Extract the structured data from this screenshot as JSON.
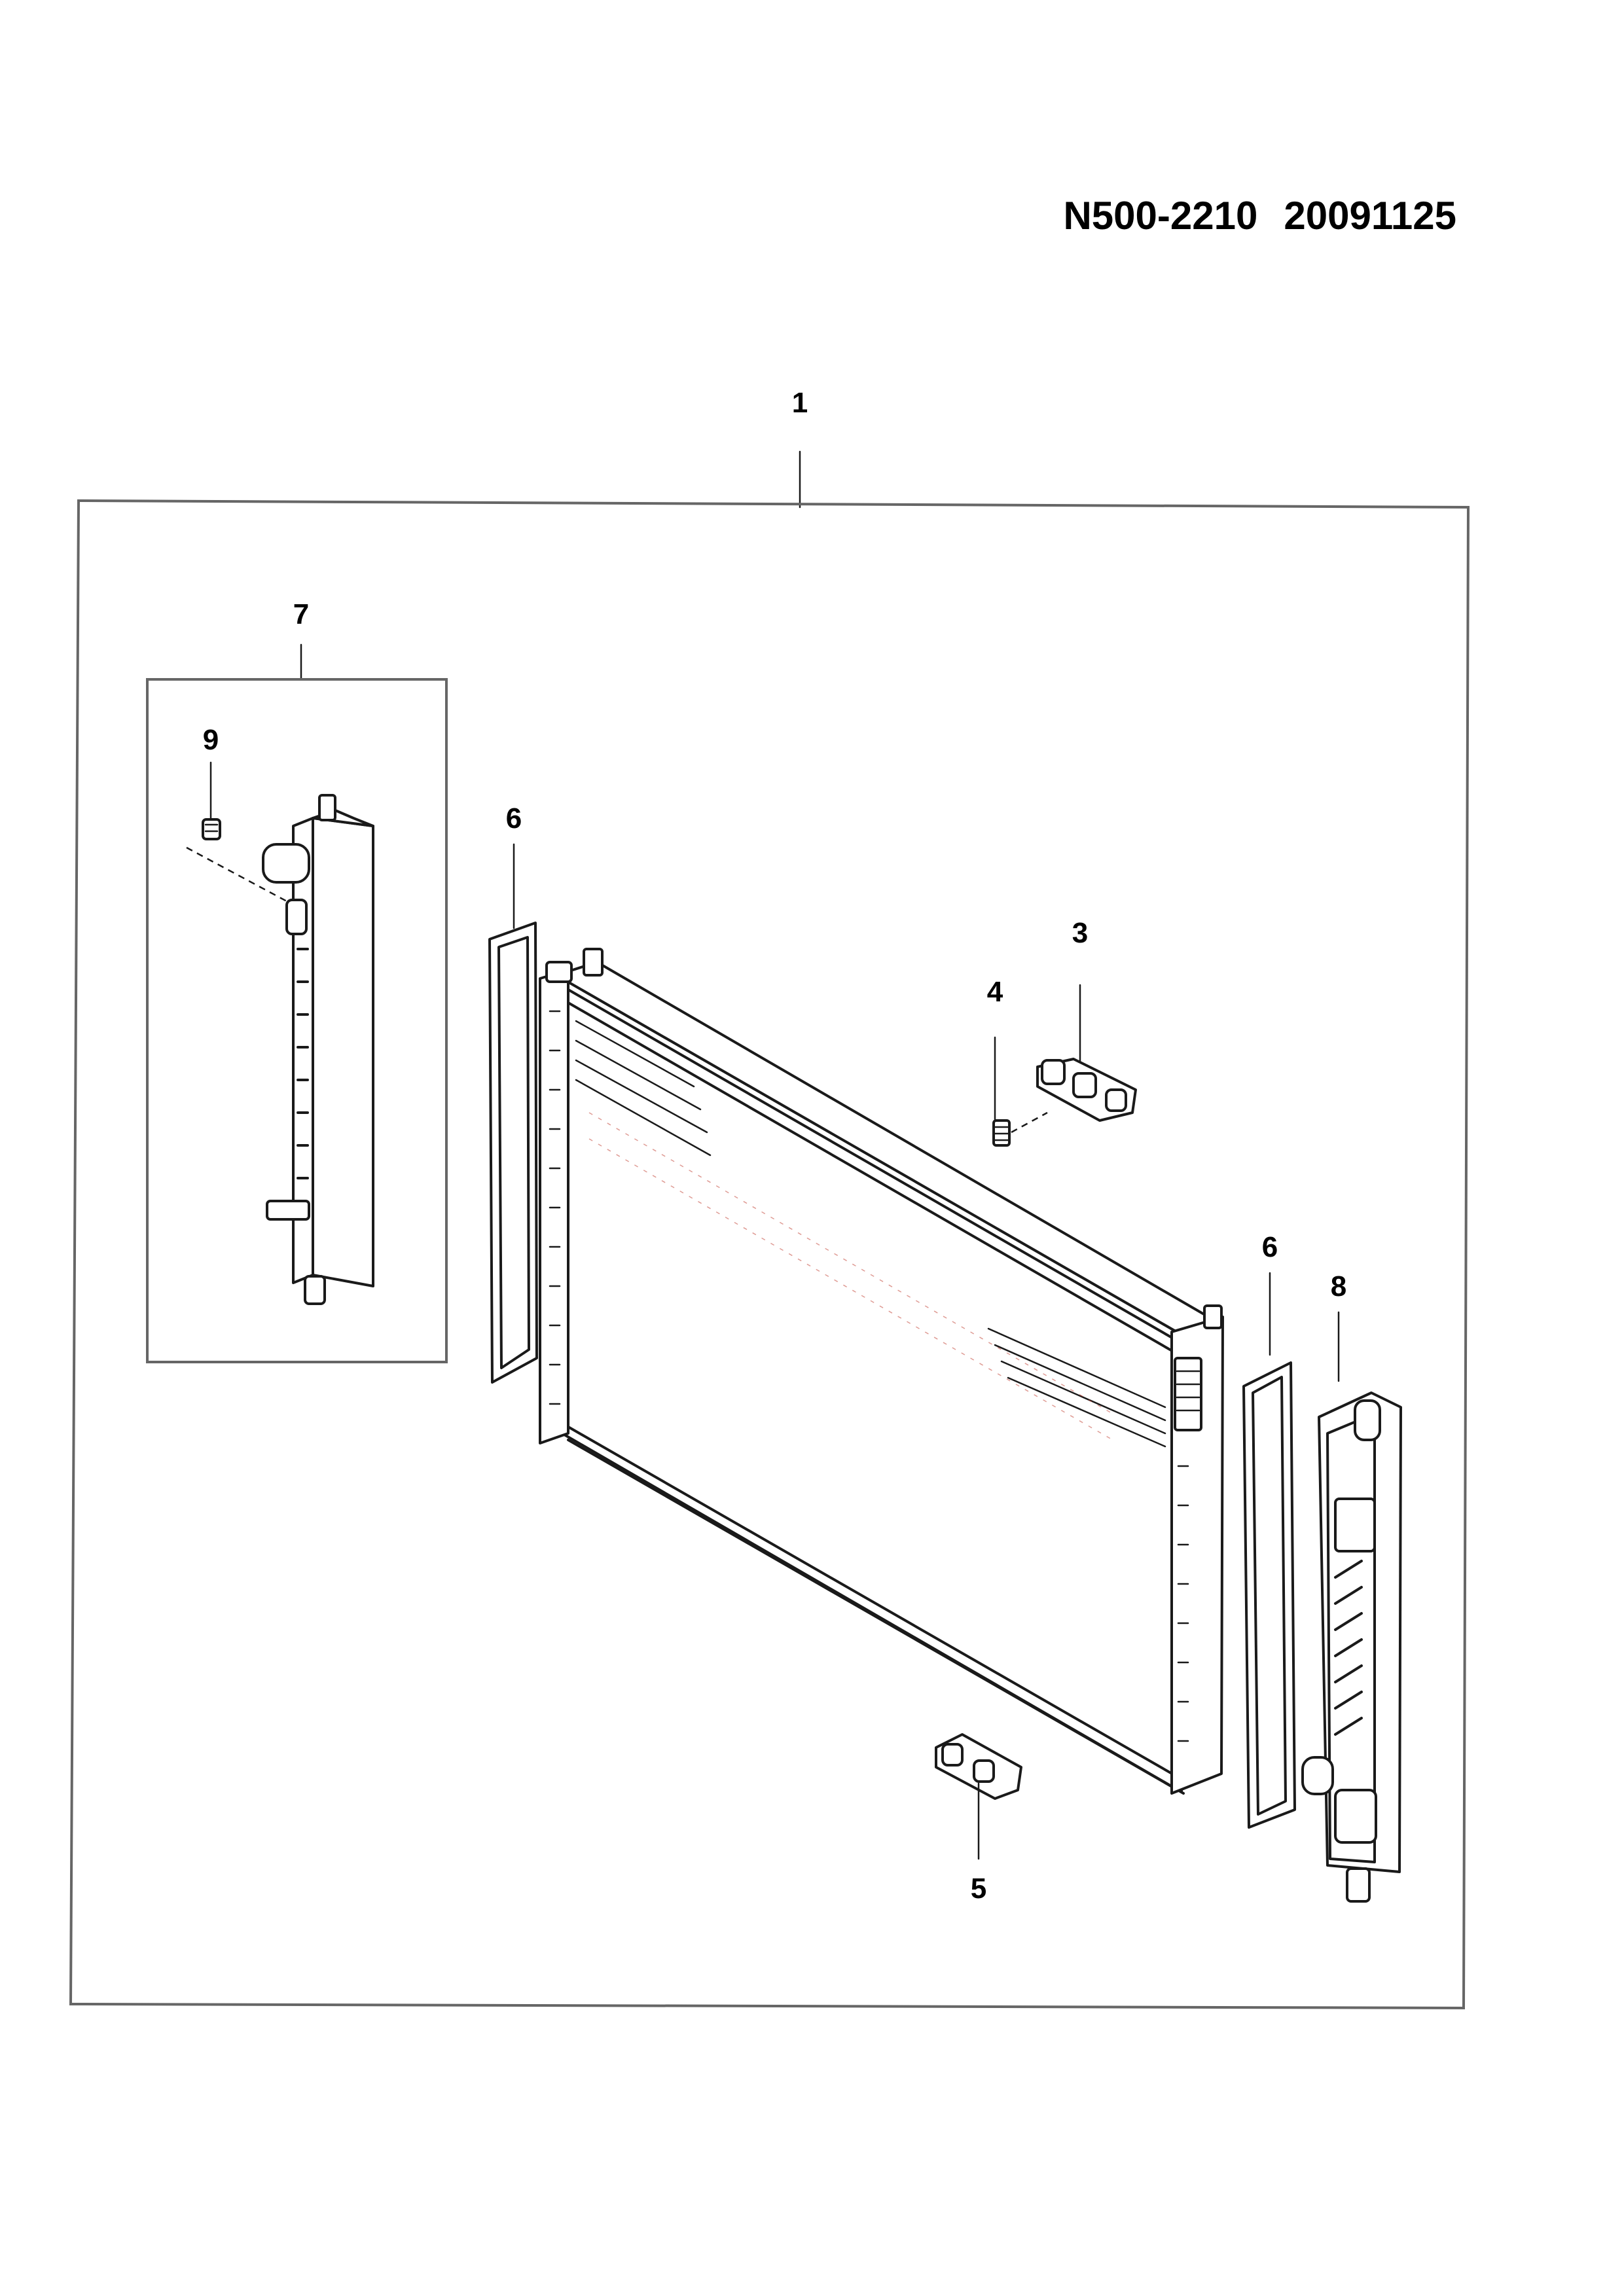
{
  "header": {
    "part_code": "N500-2210",
    "date_code": "20091125"
  },
  "callouts": {
    "c1": "1",
    "c3": "3",
    "c4": "4",
    "c5": "5",
    "c6_left": "6",
    "c6_right": "6",
    "c7": "7",
    "c8": "8",
    "c9": "9"
  }
}
